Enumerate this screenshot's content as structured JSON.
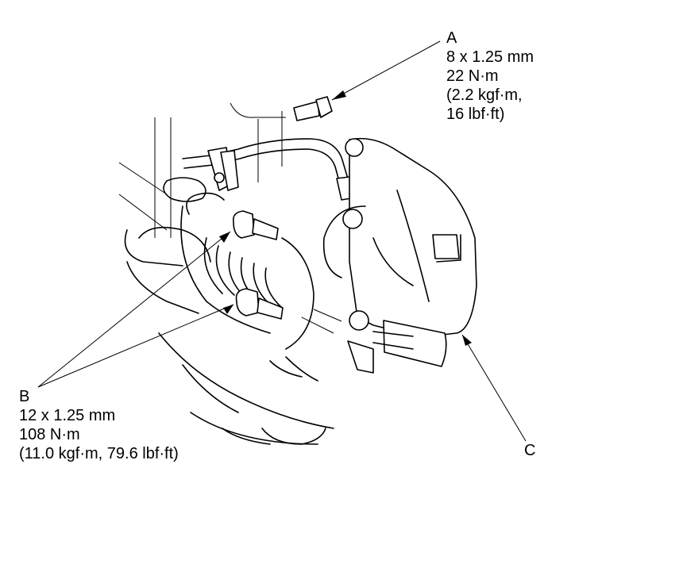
{
  "callouts": {
    "a": {
      "letter": "A",
      "lines": [
        "8 x 1.25 mm",
        "22 N·m",
        "(2.2 kgf·m,",
        "16 lbf·ft)"
      ]
    },
    "b": {
      "letter": "B",
      "lines": [
        "12 x 1.25 mm",
        "108 N·m",
        "(11.0 kgf·m, 79.6 lbf·ft)"
      ]
    },
    "c": {
      "letter": "C"
    }
  }
}
